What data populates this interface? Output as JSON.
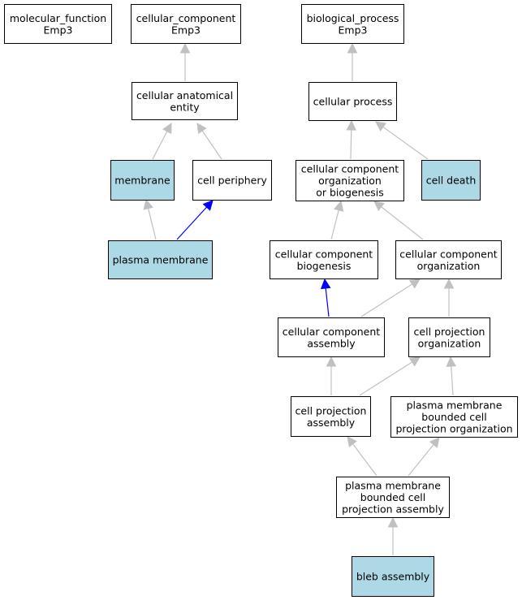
{
  "colors": {
    "default_fill": "#ffffff",
    "highlight_fill": "#add8e6",
    "edge_gray": "#c0c0c0",
    "edge_blue": "#0000ff"
  },
  "nodes": [
    {
      "id": "mf_root",
      "lines": [
        "molecular_function",
        "Emp3"
      ],
      "highlight": false
    },
    {
      "id": "cc_root",
      "lines": [
        "cellular_component",
        "Emp3"
      ],
      "highlight": false
    },
    {
      "id": "bp_root",
      "lines": [
        "biological_process",
        "Emp3"
      ],
      "highlight": false
    },
    {
      "id": "cae",
      "lines": [
        "cellular anatomical",
        "entity"
      ],
      "highlight": false
    },
    {
      "id": "cp",
      "lines": [
        "cellular process"
      ],
      "highlight": false
    },
    {
      "id": "membrane",
      "lines": [
        "membrane"
      ],
      "highlight": true
    },
    {
      "id": "cper",
      "lines": [
        "cell periphery"
      ],
      "highlight": false
    },
    {
      "id": "ccob",
      "lines": [
        "cellular component",
        "organization",
        "or biogenesis"
      ],
      "highlight": false
    },
    {
      "id": "cdeath",
      "lines": [
        "cell death"
      ],
      "highlight": true
    },
    {
      "id": "pm",
      "lines": [
        "plasma membrane"
      ],
      "highlight": true
    },
    {
      "id": "ccb",
      "lines": [
        "cellular component",
        "biogenesis"
      ],
      "highlight": false
    },
    {
      "id": "cco",
      "lines": [
        "cellular component",
        "organization"
      ],
      "highlight": false
    },
    {
      "id": "cca",
      "lines": [
        "cellular component",
        "assembly"
      ],
      "highlight": false
    },
    {
      "id": "cpo",
      "lines": [
        "cell projection",
        "organization"
      ],
      "highlight": false
    },
    {
      "id": "cpa",
      "lines": [
        "cell projection",
        "assembly"
      ],
      "highlight": false
    },
    {
      "id": "pmbcpo",
      "lines": [
        "plasma membrane",
        "bounded cell",
        "projection organization"
      ],
      "highlight": false
    },
    {
      "id": "pmbcpa",
      "lines": [
        "plasma membrane",
        "bounded cell",
        "projection assembly"
      ],
      "highlight": false
    },
    {
      "id": "bleb",
      "lines": [
        "bleb assembly"
      ],
      "highlight": true
    }
  ],
  "edges": [
    {
      "from": "cae",
      "to": "cc_root",
      "color": "gray"
    },
    {
      "from": "membrane",
      "to": "cae",
      "color": "gray"
    },
    {
      "from": "cper",
      "to": "cae",
      "color": "gray"
    },
    {
      "from": "pm",
      "to": "membrane",
      "color": "gray"
    },
    {
      "from": "pm",
      "to": "cper",
      "color": "blue"
    },
    {
      "from": "cp",
      "to": "bp_root",
      "color": "gray"
    },
    {
      "from": "ccob",
      "to": "cp",
      "color": "gray"
    },
    {
      "from": "cdeath",
      "to": "cp",
      "color": "gray"
    },
    {
      "from": "ccb",
      "to": "ccob",
      "color": "gray"
    },
    {
      "from": "cco",
      "to": "ccob",
      "color": "gray"
    },
    {
      "from": "cca",
      "to": "ccb",
      "color": "blue"
    },
    {
      "from": "cca",
      "to": "cco",
      "color": "gray"
    },
    {
      "from": "cpo",
      "to": "cco",
      "color": "gray"
    },
    {
      "from": "cpa",
      "to": "cca",
      "color": "gray"
    },
    {
      "from": "cpa",
      "to": "cpo",
      "color": "gray"
    },
    {
      "from": "pmbcpo",
      "to": "cpo",
      "color": "gray"
    },
    {
      "from": "pmbcpa",
      "to": "cpa",
      "color": "gray"
    },
    {
      "from": "pmbcpa",
      "to": "pmbcpo",
      "color": "gray"
    },
    {
      "from": "bleb",
      "to": "pmbcpa",
      "color": "gray"
    }
  ]
}
